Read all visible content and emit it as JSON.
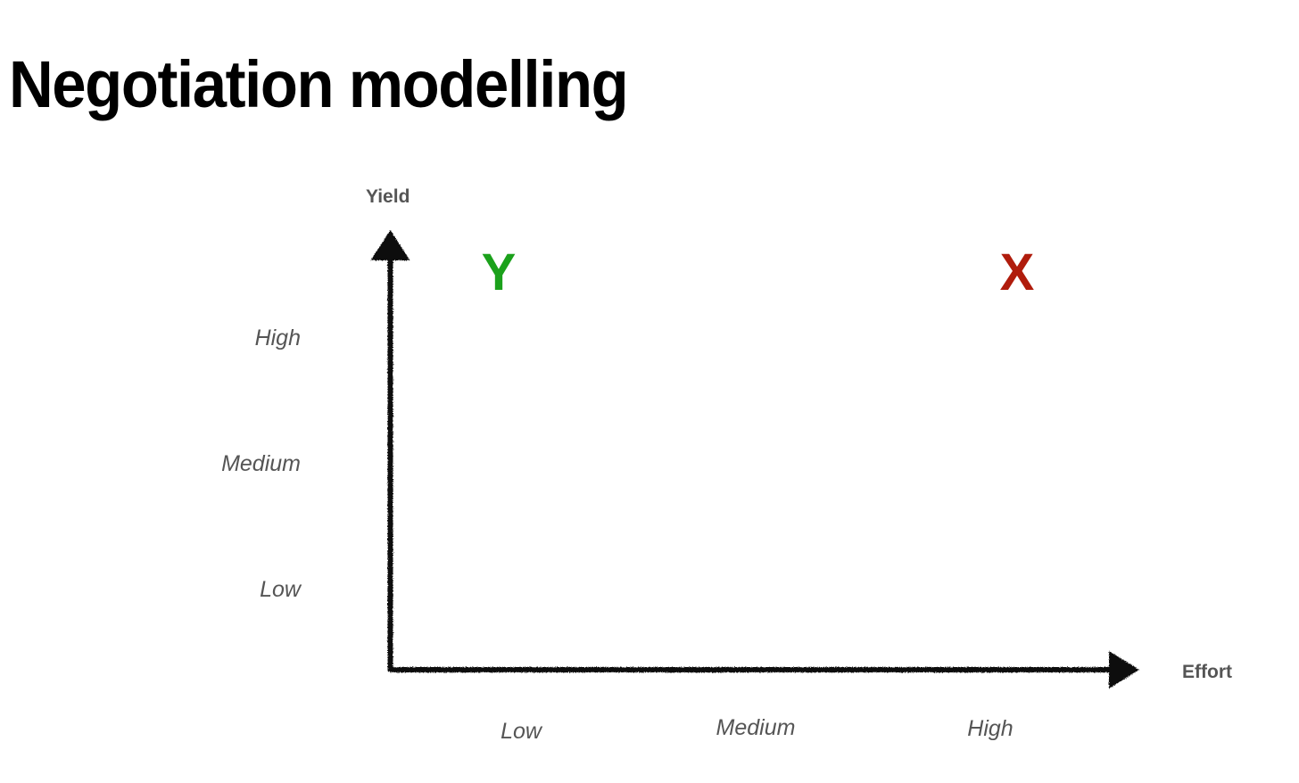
{
  "slide": {
    "title": "Negotiation modelling",
    "background_color": "#ffffff"
  },
  "chart_data": {
    "type": "scatter",
    "title": "Negotiation modelling",
    "style": "hand-drawn 2x2 quadrant / effort-yield matrix",
    "xlabel": "Effort",
    "ylabel": "Yield",
    "x_tick_labels": [
      "Low",
      "Medium",
      "High"
    ],
    "y_tick_labels": [
      "Low",
      "Medium",
      "High"
    ],
    "xlim": [
      "Low",
      "High"
    ],
    "ylim": [
      "Low",
      "High"
    ],
    "grid": false,
    "legend": false,
    "axis_style": {
      "line_color": "#111111",
      "arrowheads": true,
      "texture": "rough-marker"
    },
    "points": [
      {
        "label": "Y",
        "x": "Low",
        "y": "Very High",
        "color": "#1BA11B",
        "meaning": "low effort, high yield"
      },
      {
        "label": "X",
        "x": "High",
        "y": "Very High",
        "color": "#B01C0C",
        "meaning": "high effort, high yield"
      }
    ]
  },
  "axes": {
    "y": {
      "title": "Yield",
      "ticks": [
        {
          "label": "High"
        },
        {
          "label": "Medium"
        },
        {
          "label": "Low"
        }
      ]
    },
    "x": {
      "title": "Effort",
      "ticks": [
        {
          "label": "Low"
        },
        {
          "label": "Medium"
        },
        {
          "label": "High"
        }
      ]
    }
  },
  "markers": {
    "y_marker": {
      "label": "Y",
      "color": "#1BA11B"
    },
    "x_marker": {
      "label": "X",
      "color": "#B01C0C"
    }
  },
  "icons": {
    "y_axis_arrow": "arrow-up-icon",
    "x_axis_arrow": "arrow-right-icon"
  },
  "colors": {
    "text_primary": "#000000",
    "text_muted": "#555555",
    "axis_line": "#111111",
    "positive": "#1BA11B",
    "negative": "#B01C0C"
  }
}
